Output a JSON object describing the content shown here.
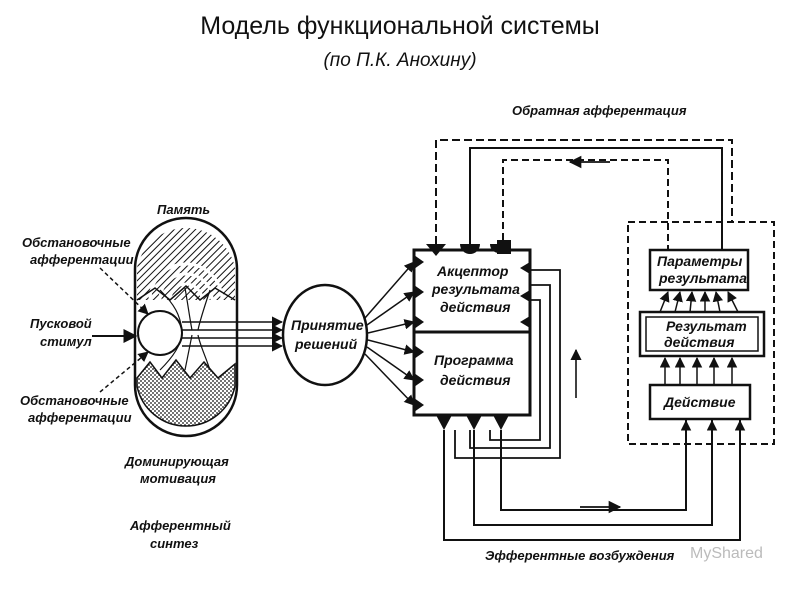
{
  "header": {
    "title": "Модель функциональной системы",
    "subtitle": "(по П.К. Анохину)"
  },
  "memory": {
    "memory_label": "Память",
    "situational_afferents_top_1": "Обстановочные",
    "situational_afferents_top_2": "афферентации",
    "trigger_1": "Пусковой",
    "trigger_2": "стимул",
    "situational_afferents_bottom_1": "Обстановочные",
    "situational_afferents_bottom_2": "афферентации",
    "motivation_1": "Доминирующая",
    "motivation_2": "мотивация",
    "synthesis_1": "Афферентный",
    "synthesis_2": "синтез"
  },
  "decision": {
    "line1": "Принятие",
    "line2": "решений"
  },
  "acceptor": {
    "line1": "Акцептор",
    "line2": "результата",
    "line3": "действия"
  },
  "program": {
    "line1": "Программа",
    "line2": "действия"
  },
  "result_params": {
    "line1": "Параметры",
    "line2": "результата"
  },
  "result": {
    "line1": "Результат",
    "line2": "действия"
  },
  "action": {
    "label": "Действие"
  },
  "feedback": {
    "label": "Обратная афферентация"
  },
  "efferent": {
    "label": "Эфферентные возбуждения"
  },
  "watermark": "MyShared"
}
